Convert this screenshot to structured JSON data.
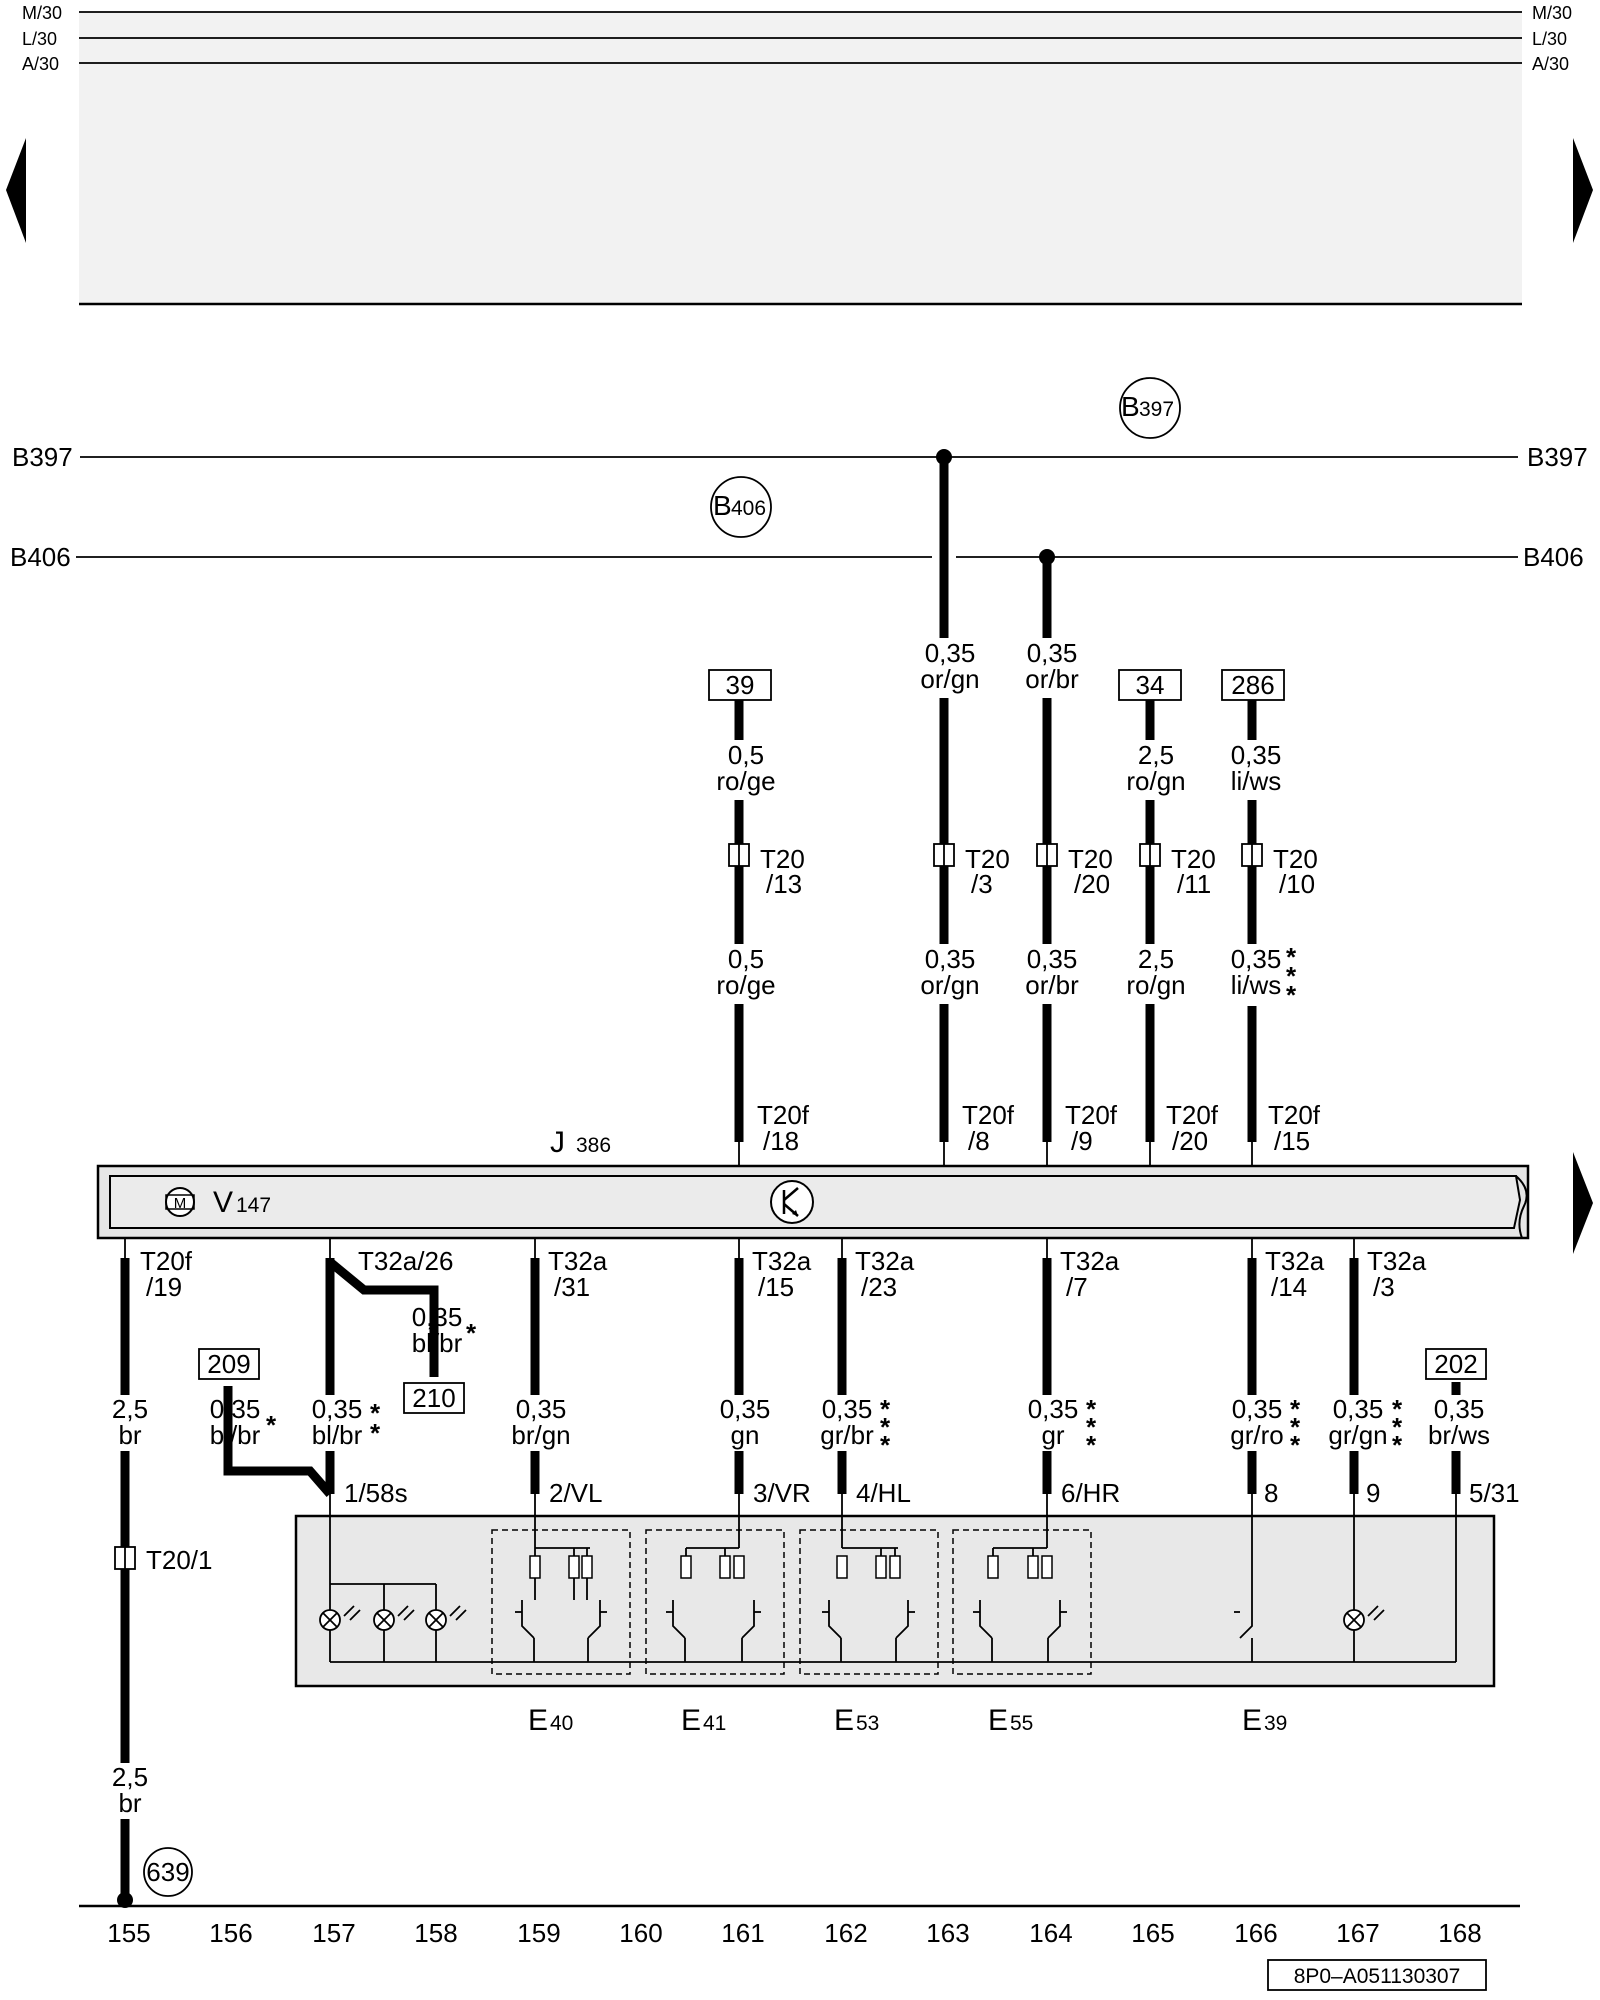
{
  "top_rails": [
    {
      "id": "m30",
      "label_left": "M/30",
      "label_right": "M/30"
    },
    {
      "id": "l30",
      "label_left": "L/30",
      "label_right": "L/30"
    },
    {
      "id": "a30",
      "label_left": "A/30",
      "label_right": "A/30"
    }
  ],
  "bus_lines": [
    {
      "id": "b397",
      "label_left": "B397",
      "label_right": "B397"
    },
    {
      "id": "b406",
      "label_left": "B406",
      "label_right": "B406"
    }
  ],
  "bus_circles": [
    {
      "id": "b397",
      "prefix": "B",
      "num": "397"
    },
    {
      "id": "b406",
      "prefix": "B",
      "num": "406"
    }
  ],
  "ref_boxes": [
    {
      "id": "r39",
      "text": "39"
    },
    {
      "id": "r34",
      "text": "34"
    },
    {
      "id": "r286",
      "text": "286"
    },
    {
      "id": "r209",
      "text": "209"
    },
    {
      "id": "r210",
      "text": "210"
    },
    {
      "id": "r202",
      "text": "202"
    }
  ],
  "wire_labels": [
    {
      "id": "w161a",
      "size": "0,5",
      "color": "ro/ge"
    },
    {
      "id": "w161b",
      "size": "0,5",
      "color": "ro/ge"
    },
    {
      "id": "w163a",
      "size": "0,35",
      "color": "or/gn"
    },
    {
      "id": "w163b",
      "size": "0,35",
      "color": "or/gn"
    },
    {
      "id": "w164a",
      "size": "0,35",
      "color": "or/br"
    },
    {
      "id": "w164b",
      "size": "0,35",
      "color": "or/br"
    },
    {
      "id": "w165a",
      "size": "2,5",
      "color": "ro/gn"
    },
    {
      "id": "w165b",
      "size": "2,5",
      "color": "ro/gn"
    },
    {
      "id": "w166a",
      "size": "0,35",
      "color": "li/ws"
    },
    {
      "id": "w166b",
      "size": "0,35",
      "color": "li/ws"
    },
    {
      "id": "w155a",
      "size": "2,5",
      "color": "br"
    },
    {
      "id": "w155b",
      "size": "2,5",
      "color": "br"
    },
    {
      "id": "w156",
      "size": "0,35",
      "color": "bl/br"
    },
    {
      "id": "w157",
      "size": "0,35",
      "color": "bl/br"
    },
    {
      "id": "w158",
      "size": "0,35",
      "color": "bl/br"
    },
    {
      "id": "w159",
      "size": "0,35",
      "color": "br/gn"
    },
    {
      "id": "w161c",
      "size": "0,35",
      "color": "gn"
    },
    {
      "id": "w162",
      "size": "0,35",
      "color": "gr/br"
    },
    {
      "id": "w164c",
      "size": "0,35",
      "color": "gr"
    },
    {
      "id": "w166c",
      "size": "0,35",
      "color": "gr/ro"
    },
    {
      "id": "w167",
      "size": "0,35",
      "color": "gr/gn"
    },
    {
      "id": "w168",
      "size": "0,35",
      "color": "br/ws"
    }
  ],
  "connectors": [
    {
      "id": "c161",
      "name": "T20",
      "pin": "/13"
    },
    {
      "id": "c163",
      "name": "T20",
      "pin": "/3"
    },
    {
      "id": "c164",
      "name": "T20",
      "pin": "/20"
    },
    {
      "id": "c165",
      "name": "T20",
      "pin": "/11"
    },
    {
      "id": "c166",
      "name": "T20",
      "pin": "/10"
    },
    {
      "id": "t20f161",
      "name": "T20f",
      "pin": "/18"
    },
    {
      "id": "t20f163",
      "name": "T20f",
      "pin": "/8"
    },
    {
      "id": "t20f164",
      "name": "T20f",
      "pin": "/9"
    },
    {
      "id": "t20f165",
      "name": "T20f",
      "pin": "/20"
    },
    {
      "id": "t20f166",
      "name": "T20f",
      "pin": "/15"
    },
    {
      "id": "t20f155",
      "name": "T20f",
      "pin": "/19"
    },
    {
      "id": "t32a159",
      "name": "T32a",
      "pin": "/31"
    },
    {
      "id": "t32a161",
      "name": "T32a",
      "pin": "/15"
    },
    {
      "id": "t32a162",
      "name": "T32a",
      "pin": "/23"
    },
    {
      "id": "t32a164",
      "name": "T32a",
      "pin": "/7"
    },
    {
      "id": "t32a166",
      "name": "T32a",
      "pin": "/14"
    },
    {
      "id": "t32a167",
      "name": "T32a",
      "pin": "/3"
    }
  ],
  "single_labels": {
    "t32a157": "T32a/26",
    "t20_1": "T20/1"
  },
  "module": {
    "name": "J",
    "num": "386"
  },
  "motor": {
    "name": "V",
    "num": "147",
    "glyph": "M"
  },
  "switch_pins": [
    {
      "id": "p157",
      "text": "1/58s"
    },
    {
      "id": "p159",
      "text": "2/VL"
    },
    {
      "id": "p161",
      "text": "3/VR"
    },
    {
      "id": "p162",
      "text": "4/HL"
    },
    {
      "id": "p164",
      "text": "6/HR"
    },
    {
      "id": "p166",
      "text": "8"
    },
    {
      "id": "p167",
      "text": "9"
    },
    {
      "id": "p168",
      "text": "5/31"
    }
  ],
  "switches": [
    {
      "id": "e40",
      "prefix": "E",
      "num": "40"
    },
    {
      "id": "e41",
      "prefix": "E",
      "num": "41"
    },
    {
      "id": "e53",
      "prefix": "E",
      "num": "53"
    },
    {
      "id": "e55",
      "prefix": "E",
      "num": "55"
    },
    {
      "id": "e39",
      "prefix": "E",
      "num": "39"
    }
  ],
  "ground": {
    "text": "639"
  },
  "columns": [
    "155",
    "156",
    "157",
    "158",
    "159",
    "160",
    "161",
    "162",
    "163",
    "164",
    "165",
    "166",
    "167",
    "168"
  ],
  "footer_code": "8P0–A051130307",
  "star_glyph": "*"
}
